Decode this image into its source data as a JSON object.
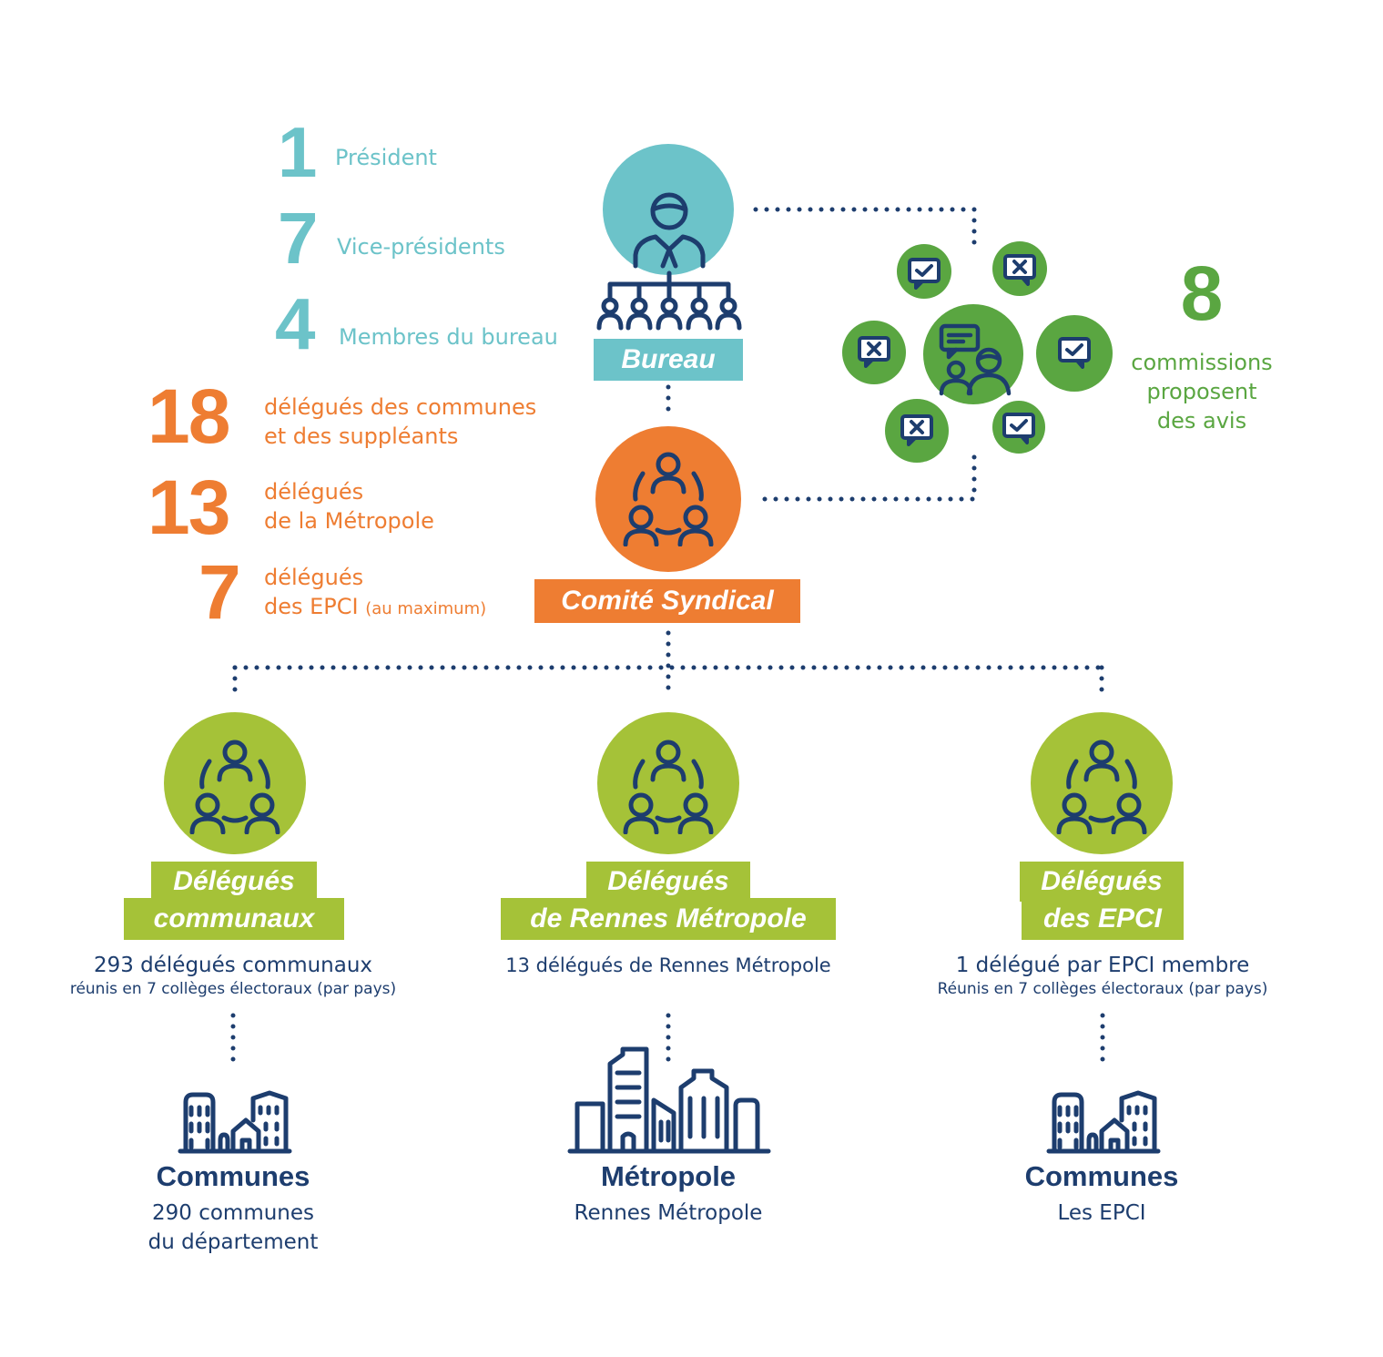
{
  "bureau_stats": [
    {
      "number": "1",
      "label": "Président"
    },
    {
      "number": "7",
      "label": "Vice-présidents"
    },
    {
      "number": "4",
      "label": "Membres du bureau"
    }
  ],
  "comite_stats": [
    {
      "number": "18",
      "label_line1": "délégués des communes",
      "label_line2": "et des suppléants"
    },
    {
      "number": "13",
      "label_line1": "délégués",
      "label_line2": "de la Métropole"
    },
    {
      "number": "7",
      "label_line1": "délégués",
      "label_line2": "des EPCI",
      "label_small": "(au maximum)"
    }
  ],
  "bureau": {
    "title": "Bureau"
  },
  "comite": {
    "title": "Comité Syndical"
  },
  "commissions": {
    "number": "8",
    "line1": "commissions",
    "line2": "proposent",
    "line3": "des avis"
  },
  "delegates": [
    {
      "title_line1": "Délégués",
      "title_line2": "communaux",
      "desc": "293 délégués communaux",
      "sub": "réunis en 7 collèges électoraux (par pays)"
    },
    {
      "title_line1": "Délégués",
      "title_line2": "de Rennes Métropole",
      "desc": "13 délégués de Rennes Métropole",
      "sub": ""
    },
    {
      "title_line1": "Délégués",
      "title_line2": "des EPCI",
      "desc": "1 délégué par EPCI membre",
      "sub": "Réunis en 7 collèges électoraux (par pays)"
    }
  ],
  "entities": [
    {
      "title": "Communes",
      "line1": "290 communes",
      "line2": "du département"
    },
    {
      "title": "Métropole",
      "line1": "Rennes Métropole",
      "line2": ""
    },
    {
      "title": "Communes",
      "line1": "Les EPCI",
      "line2": ""
    }
  ],
  "colors": {
    "teal": "#6cc3c9",
    "orange": "#ee7d32",
    "green": "#5aa641",
    "lime": "#a5c238",
    "navy": "#1d3d6e"
  },
  "icons": {
    "bureau": "president-with-members-icon",
    "comite": "group-circle-icon",
    "commissions": "meeting-discussion-icon",
    "approve": "check-bubble-icon",
    "reject": "cross-bubble-icon",
    "delegates": "group-circle-icon",
    "communes": "houses-buildings-icon",
    "metropole": "city-skyline-icon"
  }
}
